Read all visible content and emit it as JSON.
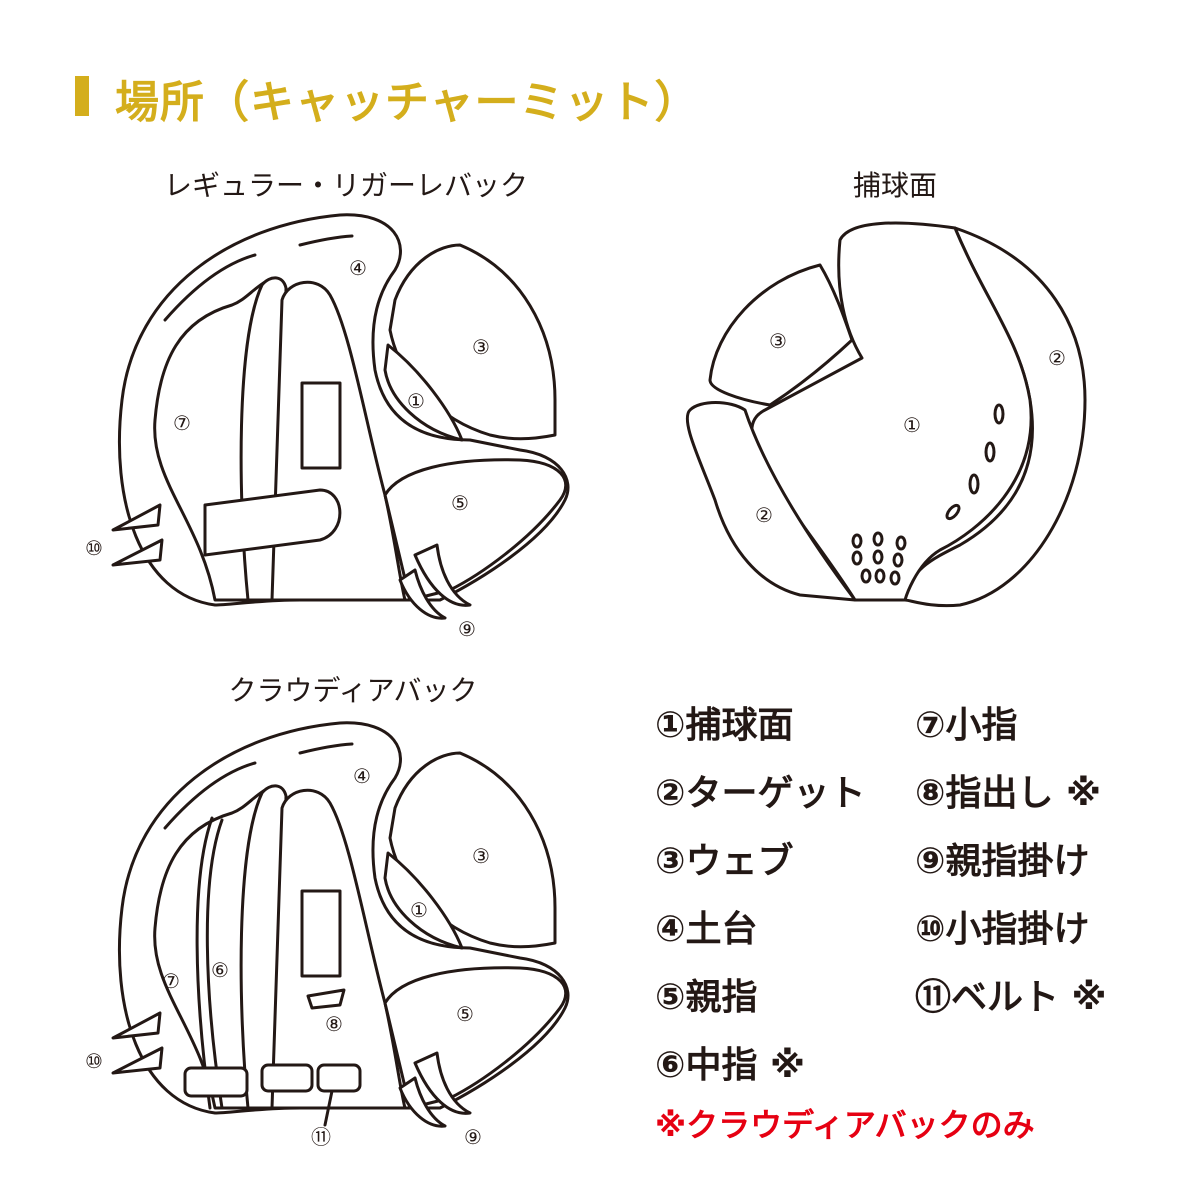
{
  "title": "場所（キャッチャーミット）",
  "sections": {
    "regular": "レギュラー・リガーレバック",
    "palm": "捕球面",
    "claudia": "クラウディアバック"
  },
  "marks": {
    "n1": "①",
    "n2": "②",
    "n3": "③",
    "n4": "④",
    "n5": "⑤",
    "n6": "⑥",
    "n7": "⑦",
    "n8": "⑧",
    "n9": "⑨",
    "n10": "⑩",
    "n11": "⑪"
  },
  "legend": {
    "left": [
      "①捕球面",
      "②ターゲット",
      "③ウェブ",
      "④土台",
      "⑤親指",
      "⑥中指 ※"
    ],
    "right": [
      "⑦小指",
      "⑧指出し ※",
      "⑨親指掛け",
      "⑩小指掛け",
      "⑪ベルト ※"
    ]
  },
  "note": "※クラウディアバックのみ",
  "colors": {
    "accent": "#d4ae1c",
    "note": "#e60012",
    "line": "#231815"
  }
}
